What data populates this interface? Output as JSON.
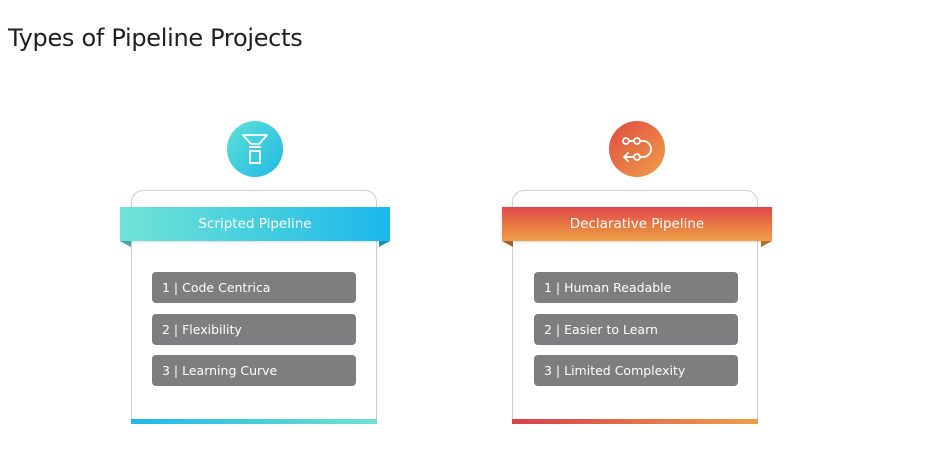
{
  "slide": {
    "title": "Types of Pipeline Projects"
  },
  "cards": [
    {
      "heading": "Scripted Pipeline",
      "icon": "funnel-icon",
      "accent_from": "#1fb8e6",
      "accent_to": "#6fe0d2",
      "items": [
        "1 | Code Centrica",
        "2 | Flexibility",
        "3 | Learning Curve"
      ]
    },
    {
      "heading": "Declarative Pipeline",
      "icon": "workflow-icon",
      "accent_from": "#d8404a",
      "accent_to": "#eea04a",
      "items": [
        "1 | Human Readable",
        "2 | Easier to Learn",
        "3 | Limited Complexity"
      ]
    }
  ],
  "colors": {
    "item_background": "#7e7d7f",
    "text_on_accent": "#ffffff"
  }
}
